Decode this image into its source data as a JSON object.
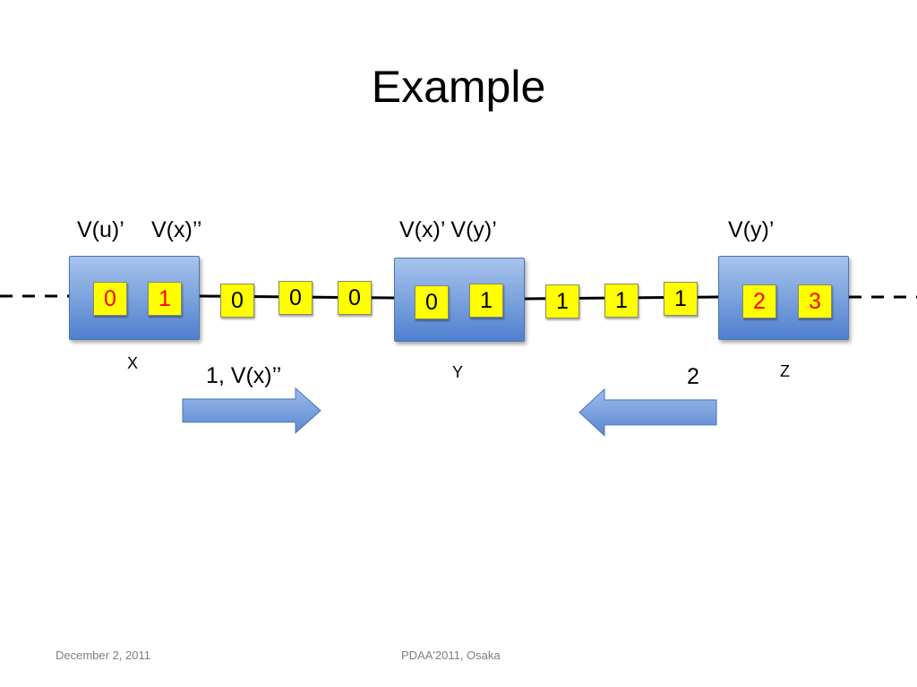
{
  "title": "Example",
  "labels": {
    "vu_prime": "V(u)’",
    "vx_dprime_left": "V(x)’’",
    "vx_vy_prime": "V(x)’ V(y)’",
    "vy_prime_right": "V(y)’",
    "arrow_right_label": "1, V(x)’’",
    "arrow_left_label": "2"
  },
  "nodes": {
    "x": {
      "name": "X",
      "cells": [
        "0",
        "1"
      ]
    },
    "y": {
      "name": "Y",
      "cells": [
        "0",
        "1"
      ]
    },
    "z": {
      "name": "Z",
      "cells": [
        "2",
        "3"
      ]
    }
  },
  "channel_xy": [
    "0",
    "0",
    "0"
  ],
  "channel_yz": [
    "1",
    "1",
    "1"
  ],
  "colors": {
    "node_fill": "#7fa6df",
    "cell_fill": "#ffff00",
    "highlight_text": "#ff0000",
    "arrow_fill": "#6b99d9"
  },
  "footer": {
    "date": "December 2, 2011",
    "conference": "PDAA'2011, Osaka"
  }
}
